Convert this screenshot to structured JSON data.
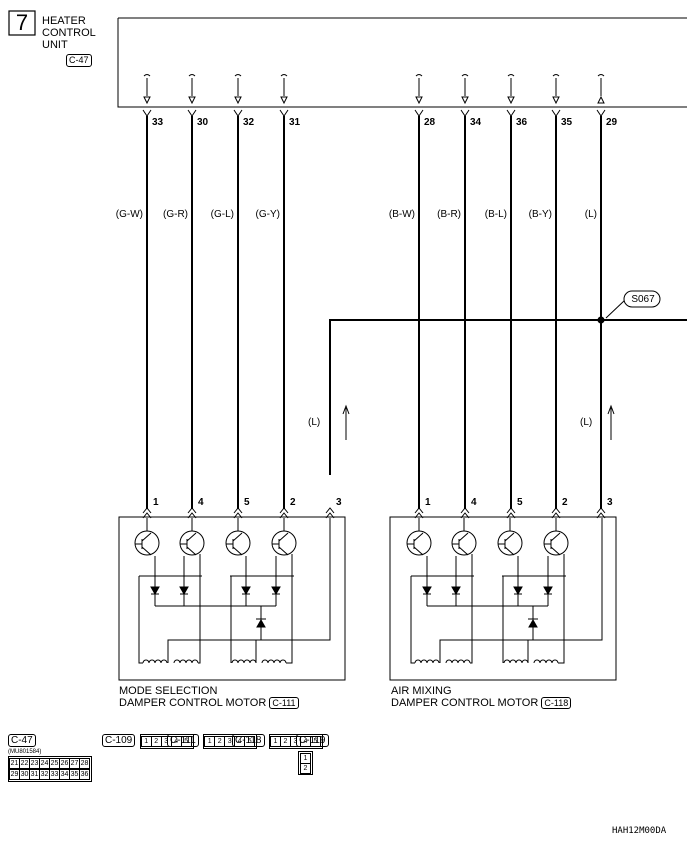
{
  "page": {
    "page_number": "7",
    "unit_label": [
      "HEATER",
      "CONTROL",
      "UNIT"
    ],
    "unit_connector": "C-47",
    "footer_code": "HAH12M00DA"
  },
  "top_pins": [
    "33",
    "30",
    "32",
    "31",
    "28",
    "34",
    "36",
    "35",
    "29"
  ],
  "wire_colors": [
    "(G-W)",
    "(G-R)",
    "(G-L)",
    "(G-Y)",
    "(B-W)",
    "(B-R)",
    "(B-L)",
    "(B-Y)",
    "(L)"
  ],
  "splice_label": "S067",
  "feed_wire_label": "(L)",
  "motors": [
    {
      "name_line1": "MODE SELECTION",
      "name_line2": "DAMPER CONTROL MOTOR",
      "connector": "C-111",
      "pins": [
        "1",
        "4",
        "5",
        "2",
        "3"
      ]
    },
    {
      "name_line1": "AIR MIXING",
      "name_line2": "DAMPER CONTROL MOTOR",
      "connector": "C-118",
      "pins": [
        "1",
        "4",
        "5",
        "2",
        "3"
      ]
    }
  ],
  "connector_views": [
    {
      "label": "C-47",
      "part": "(MU801584)",
      "row1": [
        "21",
        "22",
        "23",
        "24",
        "25",
        "26",
        "27",
        "28"
      ],
      "row2": [
        "29",
        "30",
        "31",
        "32",
        "33",
        "34",
        "35",
        "36"
      ]
    },
    {
      "label": "C-109",
      "pins": [
        "1",
        "2",
        "3",
        "4",
        "5"
      ]
    },
    {
      "label": "C-111",
      "pins": [
        "1",
        "2",
        "3",
        "4",
        "5"
      ]
    },
    {
      "label": "C-118",
      "pins": [
        "1",
        "2",
        "3",
        "4",
        "5"
      ]
    },
    {
      "label": "C-119",
      "pins": [
        "1",
        "2"
      ]
    }
  ]
}
